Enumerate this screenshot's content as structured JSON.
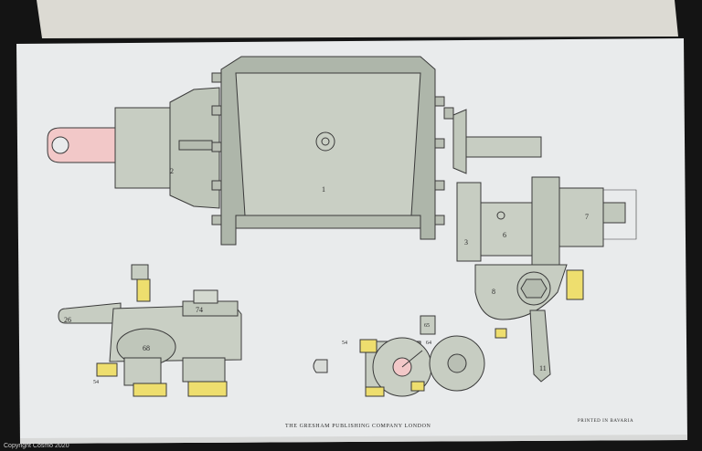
{
  "caption": {
    "publisher": "THE GRESHAM PUBLISHING COMPANY LONDON",
    "printed": "PRINTED IN BAVARIA"
  },
  "watermark": "Copyright Cosmo 2020",
  "labels": {
    "l1": "1",
    "l2": "2",
    "l3": "3",
    "l6": "6",
    "l7": "7",
    "l8": "8",
    "l11": "11",
    "l26": "26",
    "l54a": "54",
    "l54b": "54",
    "l64": "64",
    "l65": "65",
    "l68": "68",
    "l74": "74"
  },
  "colors": {
    "page": "#eceef0",
    "gray_metal": "#c7cdc2",
    "gray_dark": "#a9b0a5",
    "pink": "#f2c8c8",
    "yellow": "#eede6e",
    "outline": "#3a3a3a"
  }
}
